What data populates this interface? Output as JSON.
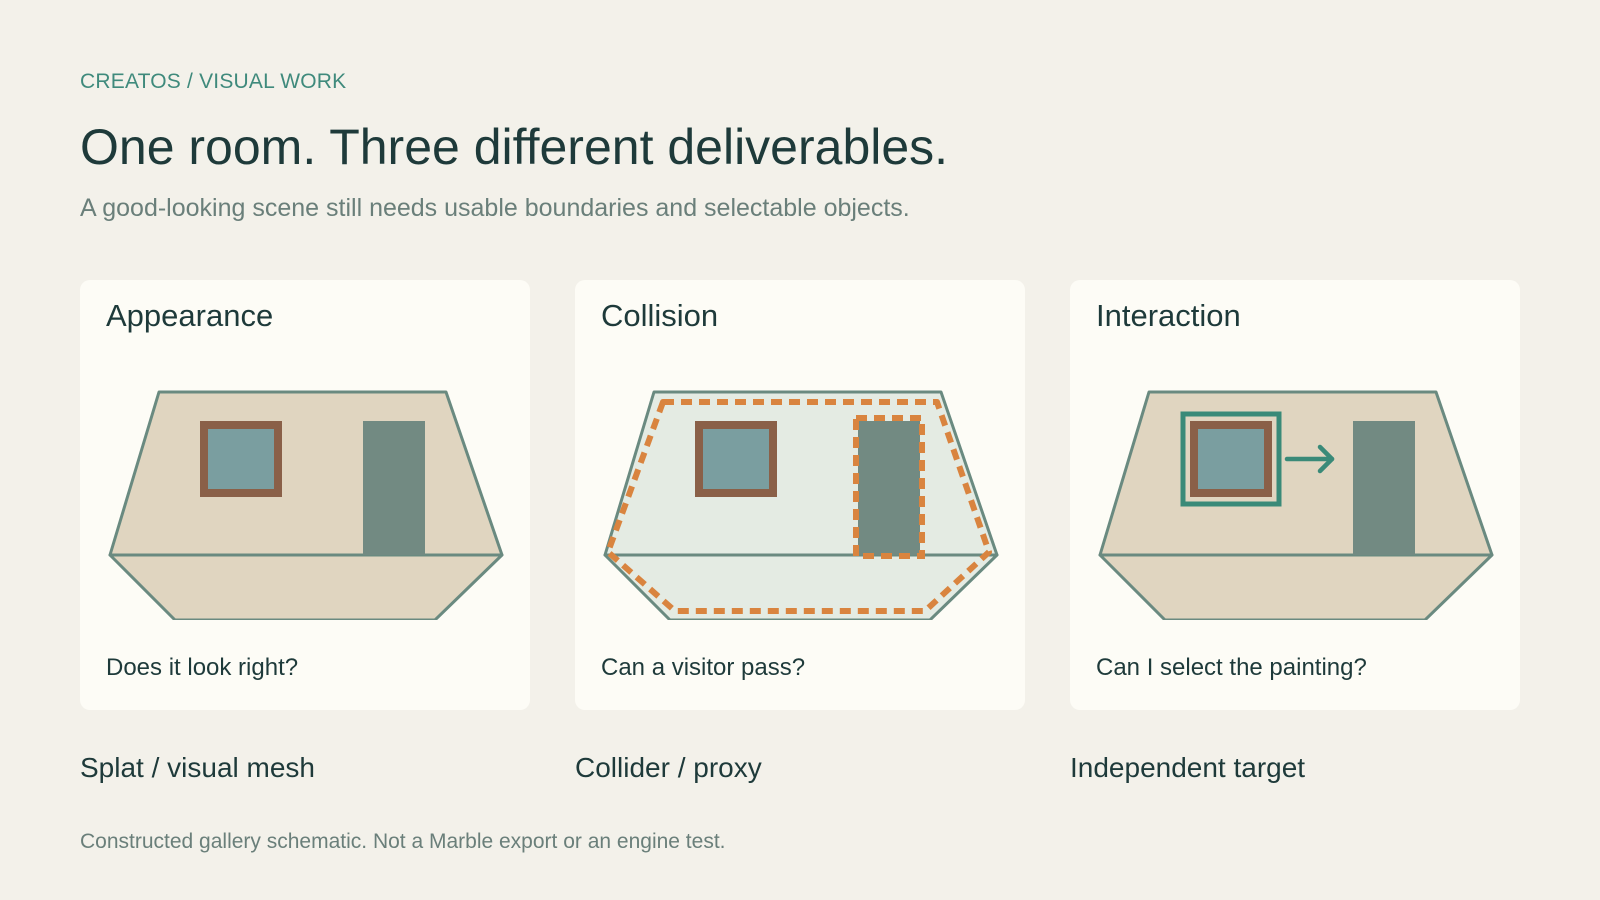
{
  "header": {
    "eyebrow": "CREATOS / VISUAL WORK",
    "title": "One room. Three different deliverables.",
    "subtitle": "A good-looking scene still needs usable boundaries and selectable objects."
  },
  "cards": [
    {
      "title": "Appearance",
      "question": "Does it look right?",
      "caption": "Splat / visual mesh"
    },
    {
      "title": "Collision",
      "question": "Can a visitor pass?",
      "caption": "Collider / proxy"
    },
    {
      "title": "Interaction",
      "question": "Can I select the painting?",
      "caption": "Independent target"
    }
  ],
  "footnote": "Constructed gallery schematic. Not a Marble export or an engine test.",
  "colors": {
    "background": "#f3f1ea",
    "card": "#fdfcf6",
    "room_fill": "#e0d5c0",
    "room_fill_collision": "#e4ebe3",
    "room_outline": "#6a8a80",
    "painting_frame": "#8a6048",
    "painting_canvas": "#7a9ea0",
    "door": "#728a82",
    "collider_dash": "#d9843f",
    "selection_accent": "#3a8a78"
  }
}
